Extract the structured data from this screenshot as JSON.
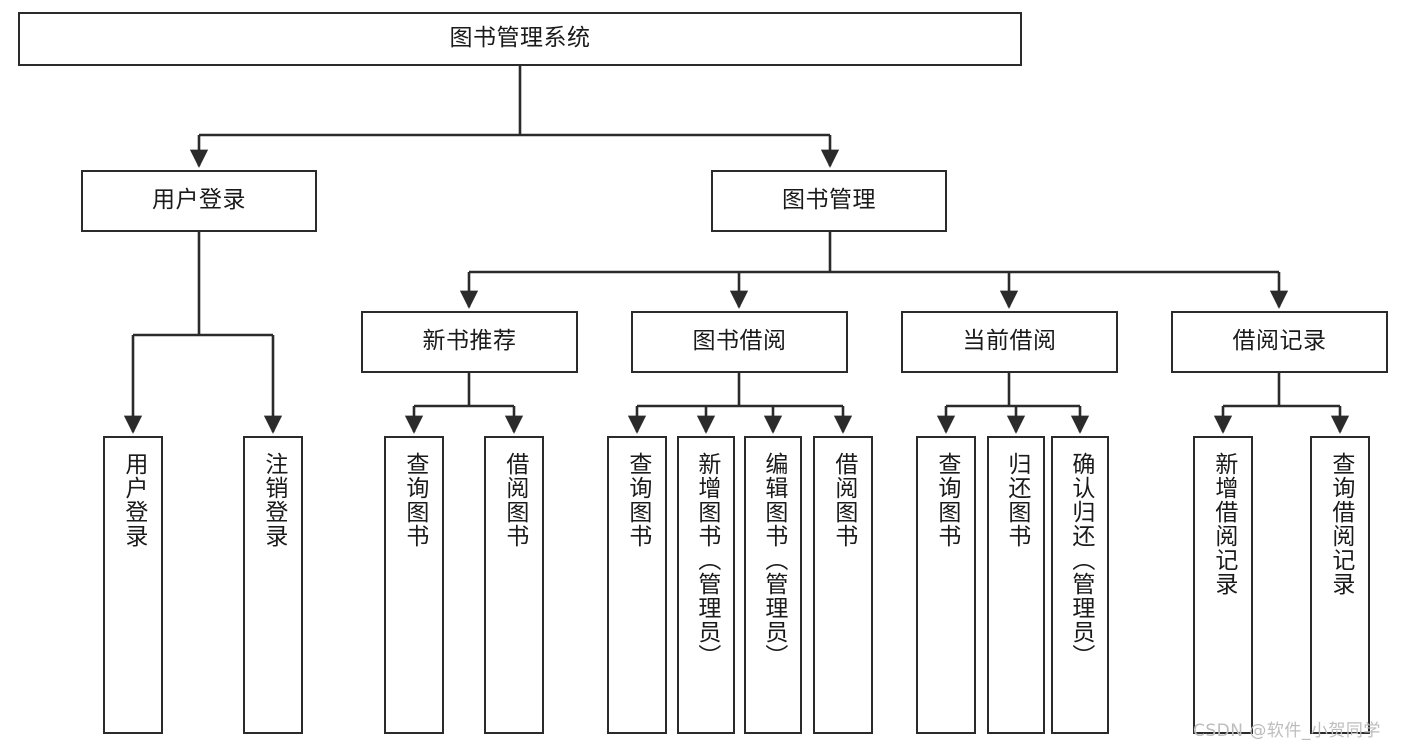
{
  "diagram": {
    "title": "图书管理系统",
    "watermark": "CSDN @软件_小贺同学",
    "colors": {
      "stroke": "#2b2b2b",
      "fill": "#ffffff",
      "text": "#1a1a1a",
      "watermark": "#bdbdbd"
    },
    "root": {
      "label": "图书管理系统"
    },
    "level2": [
      {
        "label": "用户登录"
      },
      {
        "label": "图书管理"
      }
    ],
    "level3": [
      {
        "label": "新书推荐"
      },
      {
        "label": "图书借阅"
      },
      {
        "label": "当前借阅"
      },
      {
        "label": "借阅记录"
      }
    ],
    "leaves": {
      "user_login": [
        {
          "label": "用户登录"
        },
        {
          "label": "注销登录"
        }
      ],
      "new_book": [
        {
          "label": "查询图书"
        },
        {
          "label": "借阅图书"
        }
      ],
      "book_borrow": [
        {
          "label": "查询图书"
        },
        {
          "label": "新增图书（管理员）"
        },
        {
          "label": "编辑图书（管理员）"
        },
        {
          "label": "借阅图书"
        }
      ],
      "current_borrow": [
        {
          "label": "查询图书"
        },
        {
          "label": "归还图书"
        },
        {
          "label": "确认归还（管理员）"
        }
      ],
      "borrow_record": [
        {
          "label": "新增借阅记录"
        },
        {
          "label": "查询借阅记录"
        }
      ]
    }
  }
}
